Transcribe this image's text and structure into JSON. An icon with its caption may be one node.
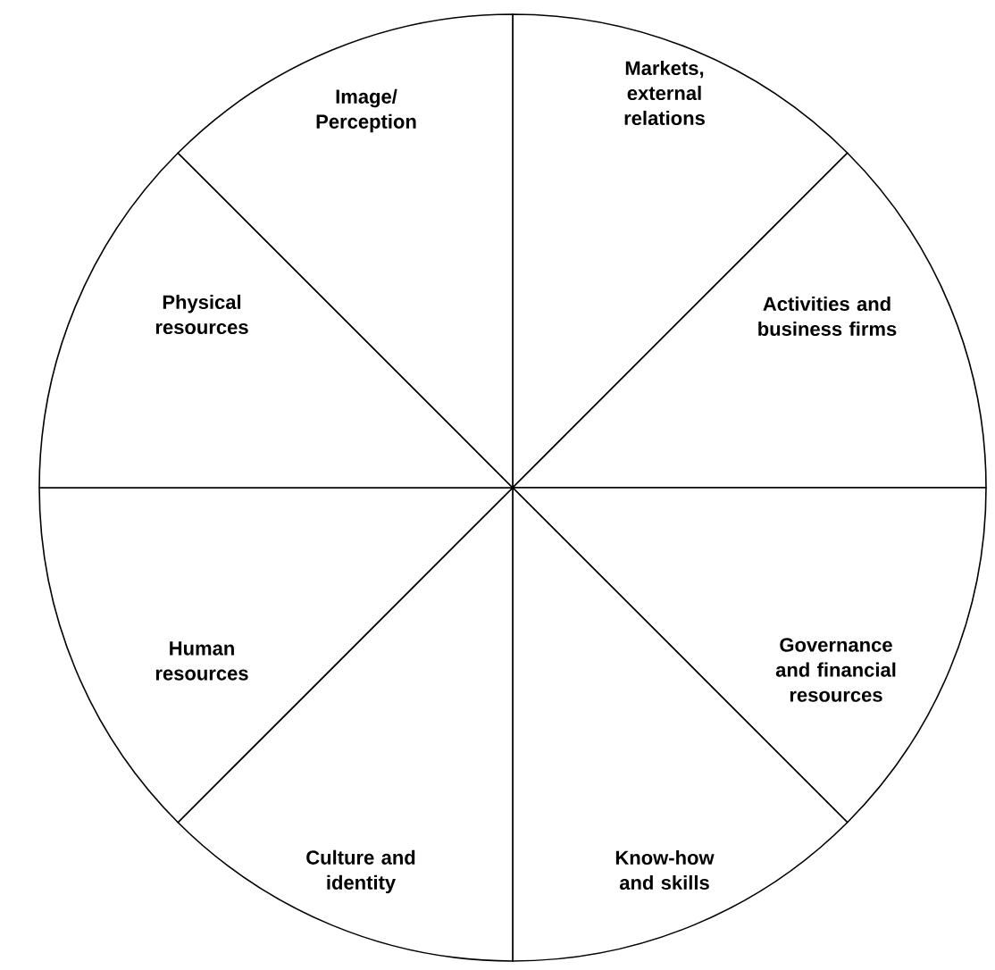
{
  "diagram": {
    "nodes": [
      {
        "text": [
          "Markets, external relations"
        ]
      },
      {
        "text": [
          "Activities and business firms"
        ]
      },
      {
        "text": [
          "Governance and financial resources"
        ]
      },
      {
        "text": [
          "Know-how and skills"
        ]
      },
      {
        "text": [
          "Culture and identity"
        ]
      },
      {
        "text": [
          "Human resources"
        ]
      },
      {
        "text": [
          "Physical resources"
        ]
      },
      {
        "text": [
          "Image/ Perception"
        ]
      }
    ]
  }
}
